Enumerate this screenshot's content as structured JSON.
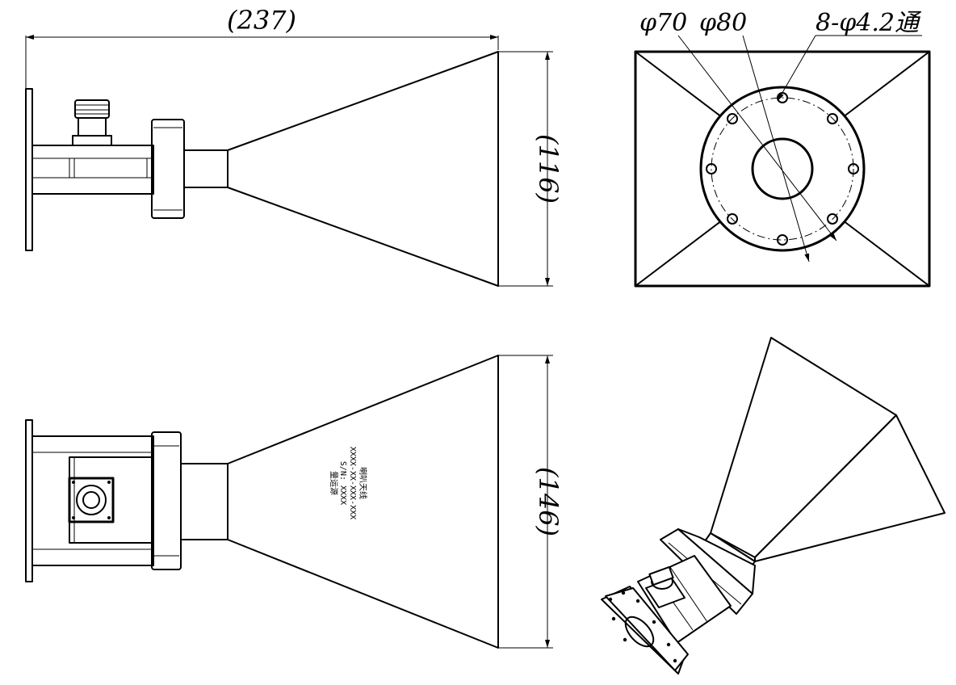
{
  "dimensions": {
    "overall_length": "(237)",
    "aperture_height": "(116)",
    "aperture_width": "(146)",
    "dia_inner": "φ70",
    "dia_bolt_circle": "φ80",
    "holes": "8-φ4.2通"
  },
  "nameplate": {
    "line1": "喇叭天线",
    "line2": "XXXX-XX-XXX-XXX",
    "line3": "S/N: XXXX",
    "line4": "量运源"
  }
}
